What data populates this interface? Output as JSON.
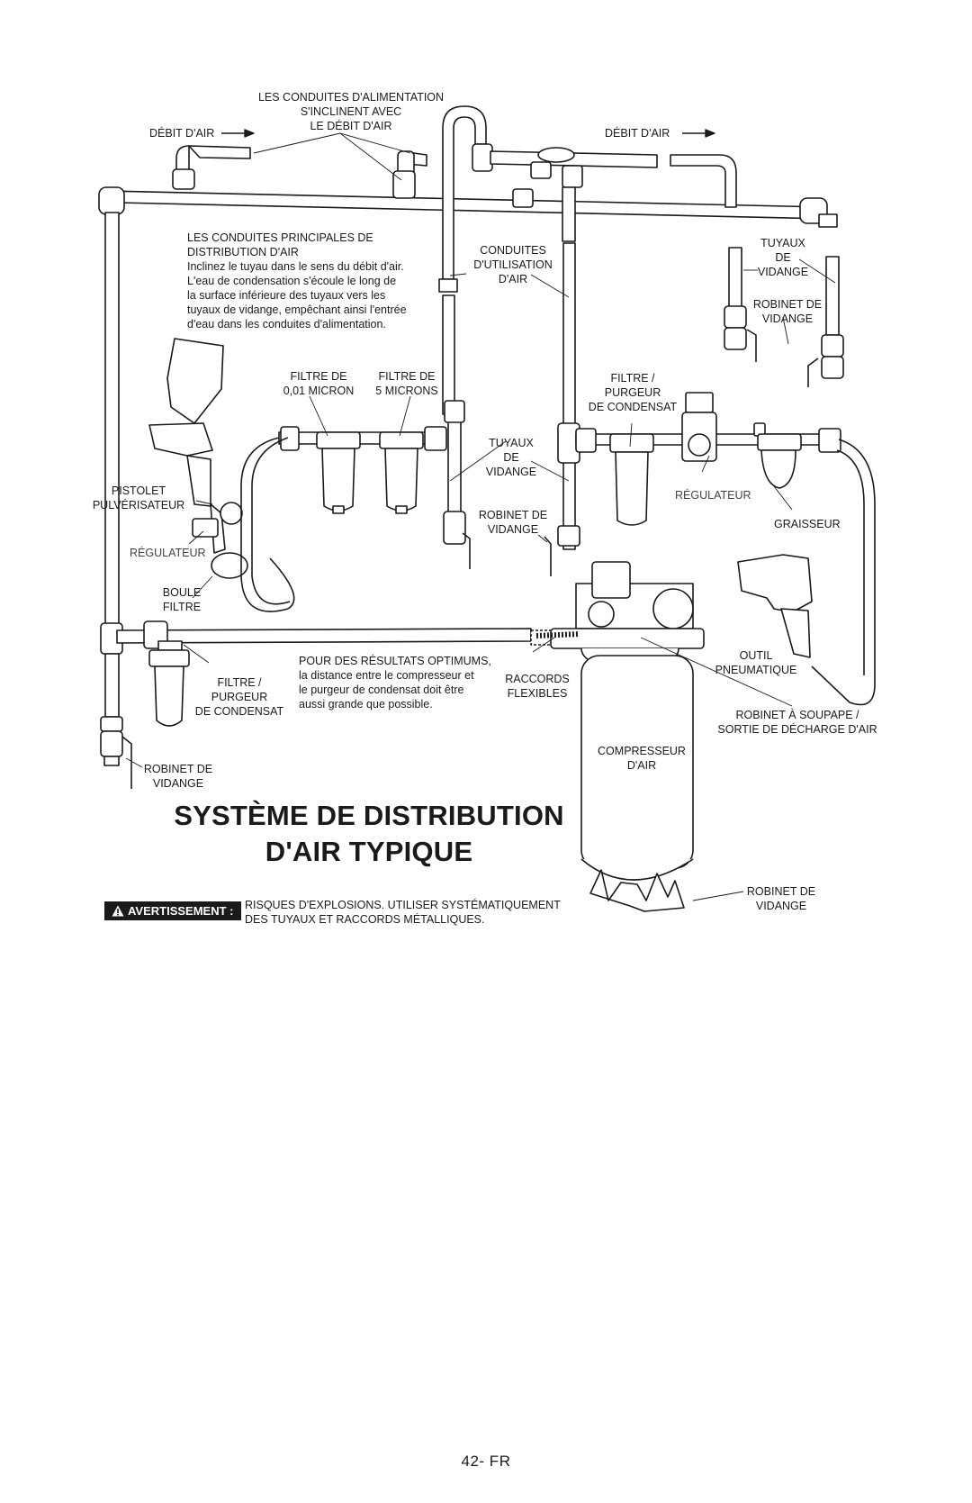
{
  "labels": {
    "feed_lines_slope": [
      "LES CONDUITES D'ALIMENTATION",
      "S'INCLINENT AVEC",
      "LE DÉBIT D'AIR"
    ],
    "air_flow_left": "DÉBIT D'AIR",
    "air_flow_right": "DÉBIT D'AIR",
    "main_lines_head": [
      "LES CONDUITES PRINCIPALES DE",
      "DISTRIBUTION D'AIR"
    ],
    "main_lines_body": [
      "Inclinez le tuyau dans le sens du débit d'air.",
      "L'eau de condensation s'écoule le long de",
      "la surface inférieure des tuyaux vers les",
      "tuyaux de vidange, empêchant ainsi l'entrée",
      "d'eau dans les conduites d'alimentation."
    ],
    "use_lines": [
      "CONDUITES",
      "D'UTILISATION",
      "D'AIR"
    ],
    "drain_pipes_right": [
      "TUYAUX",
      "DE",
      "VIDANGE"
    ],
    "drain_valve_right": [
      "ROBINET DE",
      "VIDANGE"
    ],
    "filter_001": [
      "FILTRE DE",
      "0,01 MICRON"
    ],
    "filter_5": [
      "FILTRE DE",
      "5 MICRONS"
    ],
    "filter_purge_right": [
      "FILTRE /",
      "PURGEUR",
      "DE CONDENSAT"
    ],
    "drain_pipes_center": [
      "TUYAUX",
      "DE",
      "VIDANGE"
    ],
    "drain_valve_center": [
      "ROBINET DE",
      "VIDANGE"
    ],
    "spray_gun": [
      "PISTOLET",
      "PULVÉRISATEUR"
    ],
    "regulator_left": "RÉGULATEUR",
    "regulator_right": "RÉGULATEUR",
    "lubricator": "GRAISSEUR",
    "filter_ball": [
      "BOULE",
      "FILTRE"
    ],
    "pneumatic_tool": [
      "OUTIL",
      "PNEUMATIQUE"
    ],
    "filter_purge_left": [
      "FILTRE /",
      "PURGEUR",
      "DE CONDENSAT"
    ],
    "best_results": [
      "POUR DES RÉSULTATS OPTIMUMS,",
      "la distance entre le compresseur et",
      "le purgeur de condensat doit être",
      "aussi grande que possible."
    ],
    "flex_fittings": [
      "RACCORDS",
      "FLEXIBLES"
    ],
    "valve_outlet": [
      "ROBINET À SOUPAPE /",
      "SORTIE DE DÉCHARGE D'AIR"
    ],
    "compressor": [
      "COMPRESSEUR",
      "D'AIR"
    ],
    "drain_valve_left": [
      "ROBINET DE",
      "VIDANGE"
    ],
    "drain_valve_tank": [
      "ROBINET DE",
      "VIDANGE"
    ]
  },
  "title": [
    "SYSTÈME DE DISTRIBUTION",
    "D'AIR TYPIQUE"
  ],
  "warning": {
    "badge": "AVERTISSEMENT :",
    "text": [
      "RISQUES D'EXPLOSIONS. UTILISER SYSTÉMATIQUEMENT",
      "DES TUYAUX ET RACCORDS MÉTALLIQUES."
    ]
  },
  "page_number": "42- FR",
  "colors": {
    "ink": "#1a1a1a",
    "paper": "#ffffff"
  }
}
